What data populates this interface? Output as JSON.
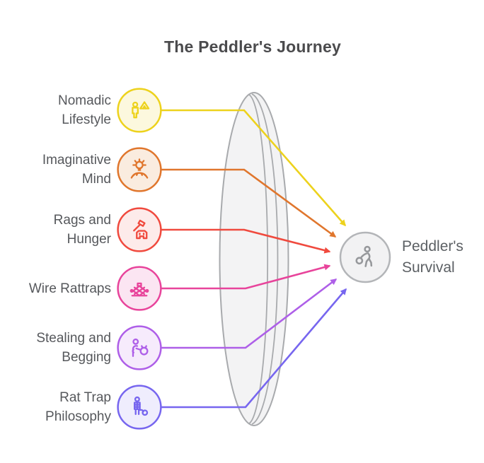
{
  "title": "The Peddler's Journey",
  "sources": [
    {
      "label": "Nomadic Lifestyle",
      "icon": "person-tent-icon",
      "color": "#EDD21D",
      "fill": "#FCF8DE"
    },
    {
      "label": "Imaginative Mind",
      "icon": "lightbulb-hands-icon",
      "color": "#E0762D",
      "fill": "#FAECDF"
    },
    {
      "label": "Rags and Hunger",
      "icon": "mallet-rags-icon",
      "color": "#F04A3E",
      "fill": "#FDEBEA"
    },
    {
      "label": "Wire Rattraps",
      "icon": "wire-trap-icon",
      "color": "#E8449B",
      "fill": "#FBE5F2"
    },
    {
      "label": "Stealing and Begging",
      "icon": "person-sack-icon",
      "color": "#AE5FE8",
      "fill": "#F6EBFC"
    },
    {
      "label": "Rat Trap Philosophy",
      "icon": "rattrap-figure-ball-icon",
      "color": "#7766EF",
      "fill": "#EFEDFD"
    }
  ],
  "target": {
    "label": "Peddler's Survival",
    "icon": "walking-person-icon",
    "color": "#B3B5B8",
    "fill": "#F2F2F3",
    "icon_color": "#96989B"
  },
  "lens": {
    "fill": "#F3F3F4",
    "stroke": "#A8AAAD"
  }
}
